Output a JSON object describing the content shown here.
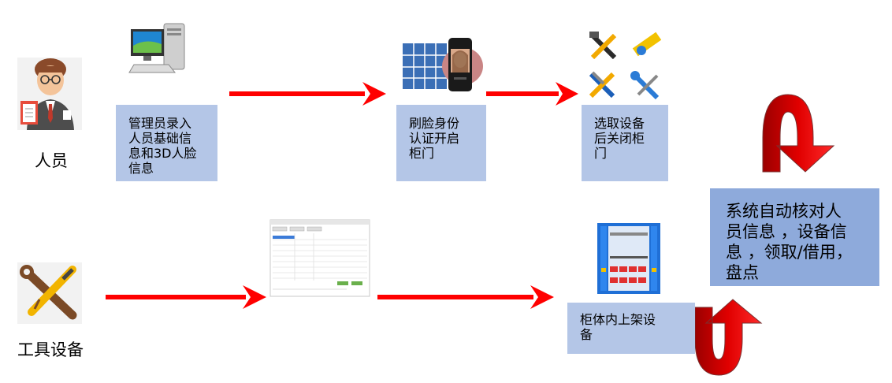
{
  "actors": {
    "person_label": "人员",
    "tools_label": "工具设备"
  },
  "steps": {
    "admin_entry": "管理员录入\n人员基础信\n息和3D人脸\n信息",
    "face_auth": "刷脸身份\n认证开启\n柜门",
    "select_close": "选取设备\n后关闭柜\n门",
    "shelve": "柜体内上架设\n备",
    "system_check": "系统自动核对人\n员信息 ，设备信\n息 ，领取/借用，\n盘点"
  },
  "colors": {
    "arrow": "#ff0000",
    "step_box": "#b4c6e7",
    "system_box": "#8eaadb",
    "cabinet": "#1f6fd6"
  },
  "icons": [
    "person-icon",
    "computer-icon",
    "face-terminal-icon",
    "tools-icon",
    "wrench-screwdriver-icon",
    "software-window-icon",
    "tool-cabinet-icon"
  ]
}
